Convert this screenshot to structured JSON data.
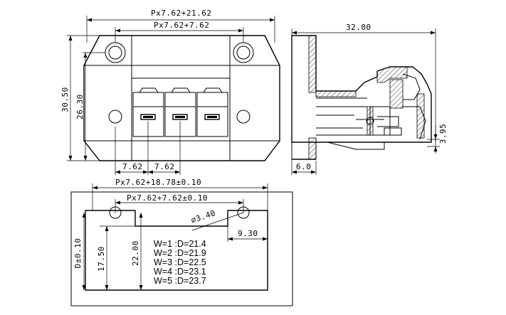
{
  "dimensions": {
    "top_overall": "Px7.62+21.62",
    "top_inner": "Px7.62+7.62",
    "height_total": "30.50",
    "height_inner": "26.30",
    "pitch_a": "7.62",
    "pitch_b": "7.62",
    "side_width": "32.00",
    "side_height": "3.95",
    "side_offset": "6.0",
    "board_overall": "Px7.62+18.78±0.10",
    "board_inner": "Px7.62+7.62±0.10",
    "hole_dia": "∅3.40",
    "board_offset": "9.30",
    "board_d": "D±0.10",
    "board_h1": "17.50",
    "board_h2": "22.00"
  },
  "table": [
    "W=1 :D=21.4",
    "W=2 :D=21.9",
    "W=3 :D=22.5",
    "W=4 :D=23.1",
    "W=5 :D=23.7"
  ]
}
